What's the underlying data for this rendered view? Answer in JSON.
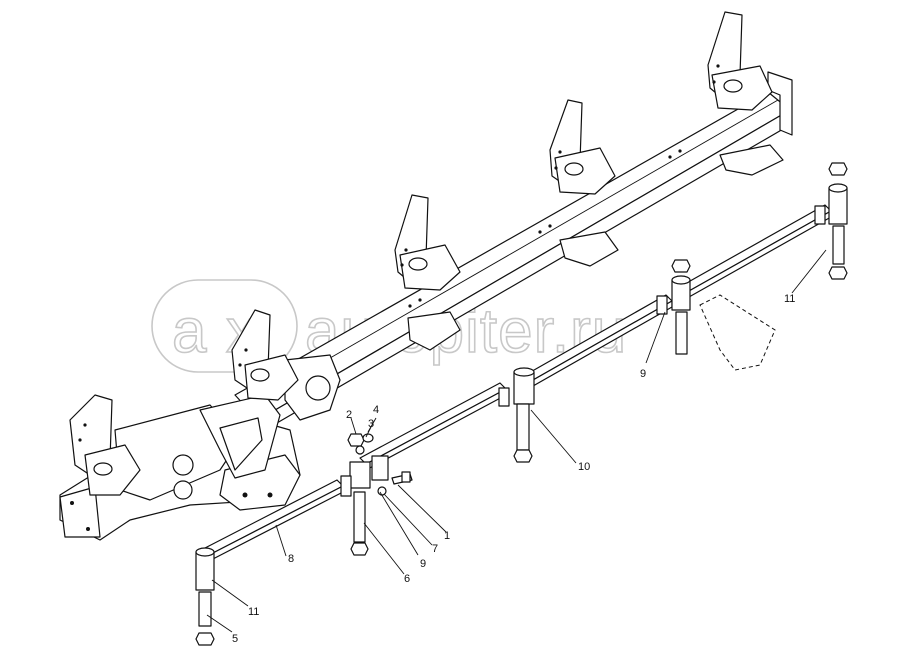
{
  "watermark": {
    "symbol": "a",
    "text": "autopiter.ru"
  },
  "callouts": [
    "1",
    "2",
    "3",
    "4",
    "5",
    "6",
    "7",
    "8",
    "9",
    "9",
    "10",
    "11",
    "11"
  ],
  "colors": {
    "line": "#111111",
    "watermark": "#c8c8c8",
    "background": "#ffffff"
  }
}
